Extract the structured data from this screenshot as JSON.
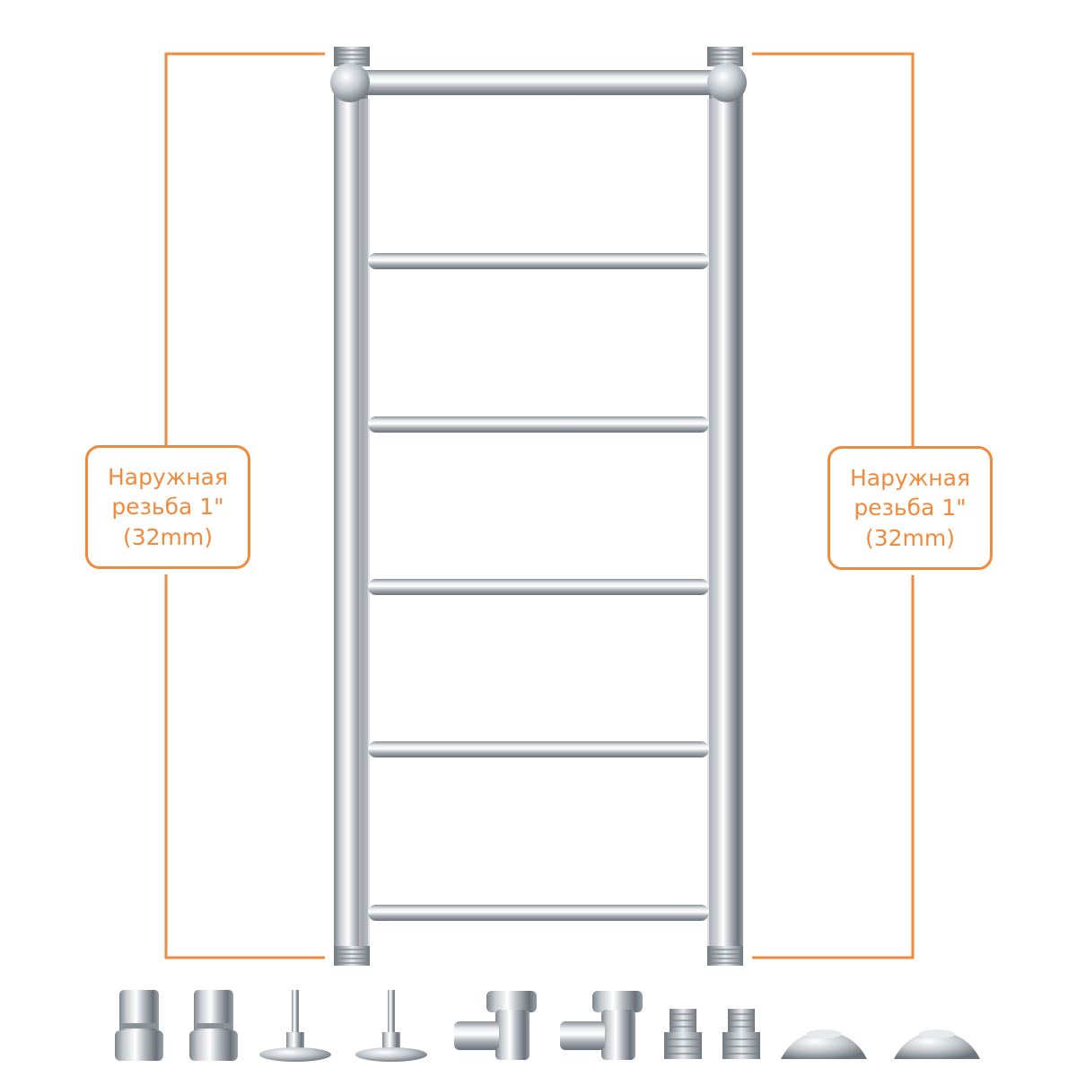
{
  "labels": {
    "left": {
      "line1": "Наружная",
      "line2": "резьба 1\"",
      "line3": "(32mm)"
    },
    "right": {
      "line1": "Наружная",
      "line2": "резьба 1\"",
      "line3": "(32mm)"
    }
  },
  "colors": {
    "accent": "#f08a3c",
    "chrome_light": "#f7f7f7",
    "chrome_mid": "#b9bec4",
    "chrome_dark": "#5f666d",
    "background": "#ffffff"
  },
  "product": {
    "item": "heated-towel-rail",
    "crossbar_count": 6
  },
  "accessories": [
    {
      "icon": "straight-valve-icon"
    },
    {
      "icon": "straight-valve-icon"
    },
    {
      "icon": "wall-mount-bracket-icon"
    },
    {
      "icon": "wall-mount-bracket-icon"
    },
    {
      "icon": "angle-valve-icon"
    },
    {
      "icon": "angle-valve-icon"
    },
    {
      "icon": "threaded-nipple-icon"
    },
    {
      "icon": "threaded-nipple-icon"
    },
    {
      "icon": "decorative-cap-icon"
    },
    {
      "icon": "decorative-cap-icon"
    }
  ]
}
